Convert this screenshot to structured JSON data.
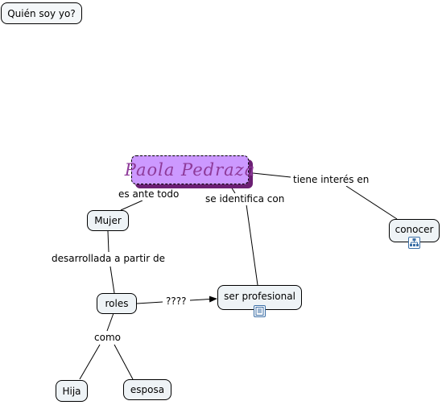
{
  "concept_map": {
    "title_node": "Quién soy yo?",
    "central_node": "Paola Pedraza",
    "nodes": {
      "mujer": "Mujer",
      "roles": "roles",
      "hija": "Hija",
      "esposa": "esposa",
      "ser_profesional": "ser profesional",
      "conocer": "conocer"
    },
    "link_phrases": {
      "es_ante_todo": "es ante todo",
      "se_identifica_con": "se identifica con",
      "tiene_interes_en": "tiene interés en",
      "desarrollada_a_partir_de": "desarrollada a partir de",
      "question_marks": "????",
      "como": "como"
    },
    "colors": {
      "node_fill": "#eef3f6",
      "central_fill": "#cc99ff",
      "central_shadow": "#6b1f73",
      "central_text": "#8e3a99",
      "line": "#000000"
    },
    "icons": {
      "conocer": "hierarchy-icon",
      "ser_profesional": "document-icon"
    }
  }
}
